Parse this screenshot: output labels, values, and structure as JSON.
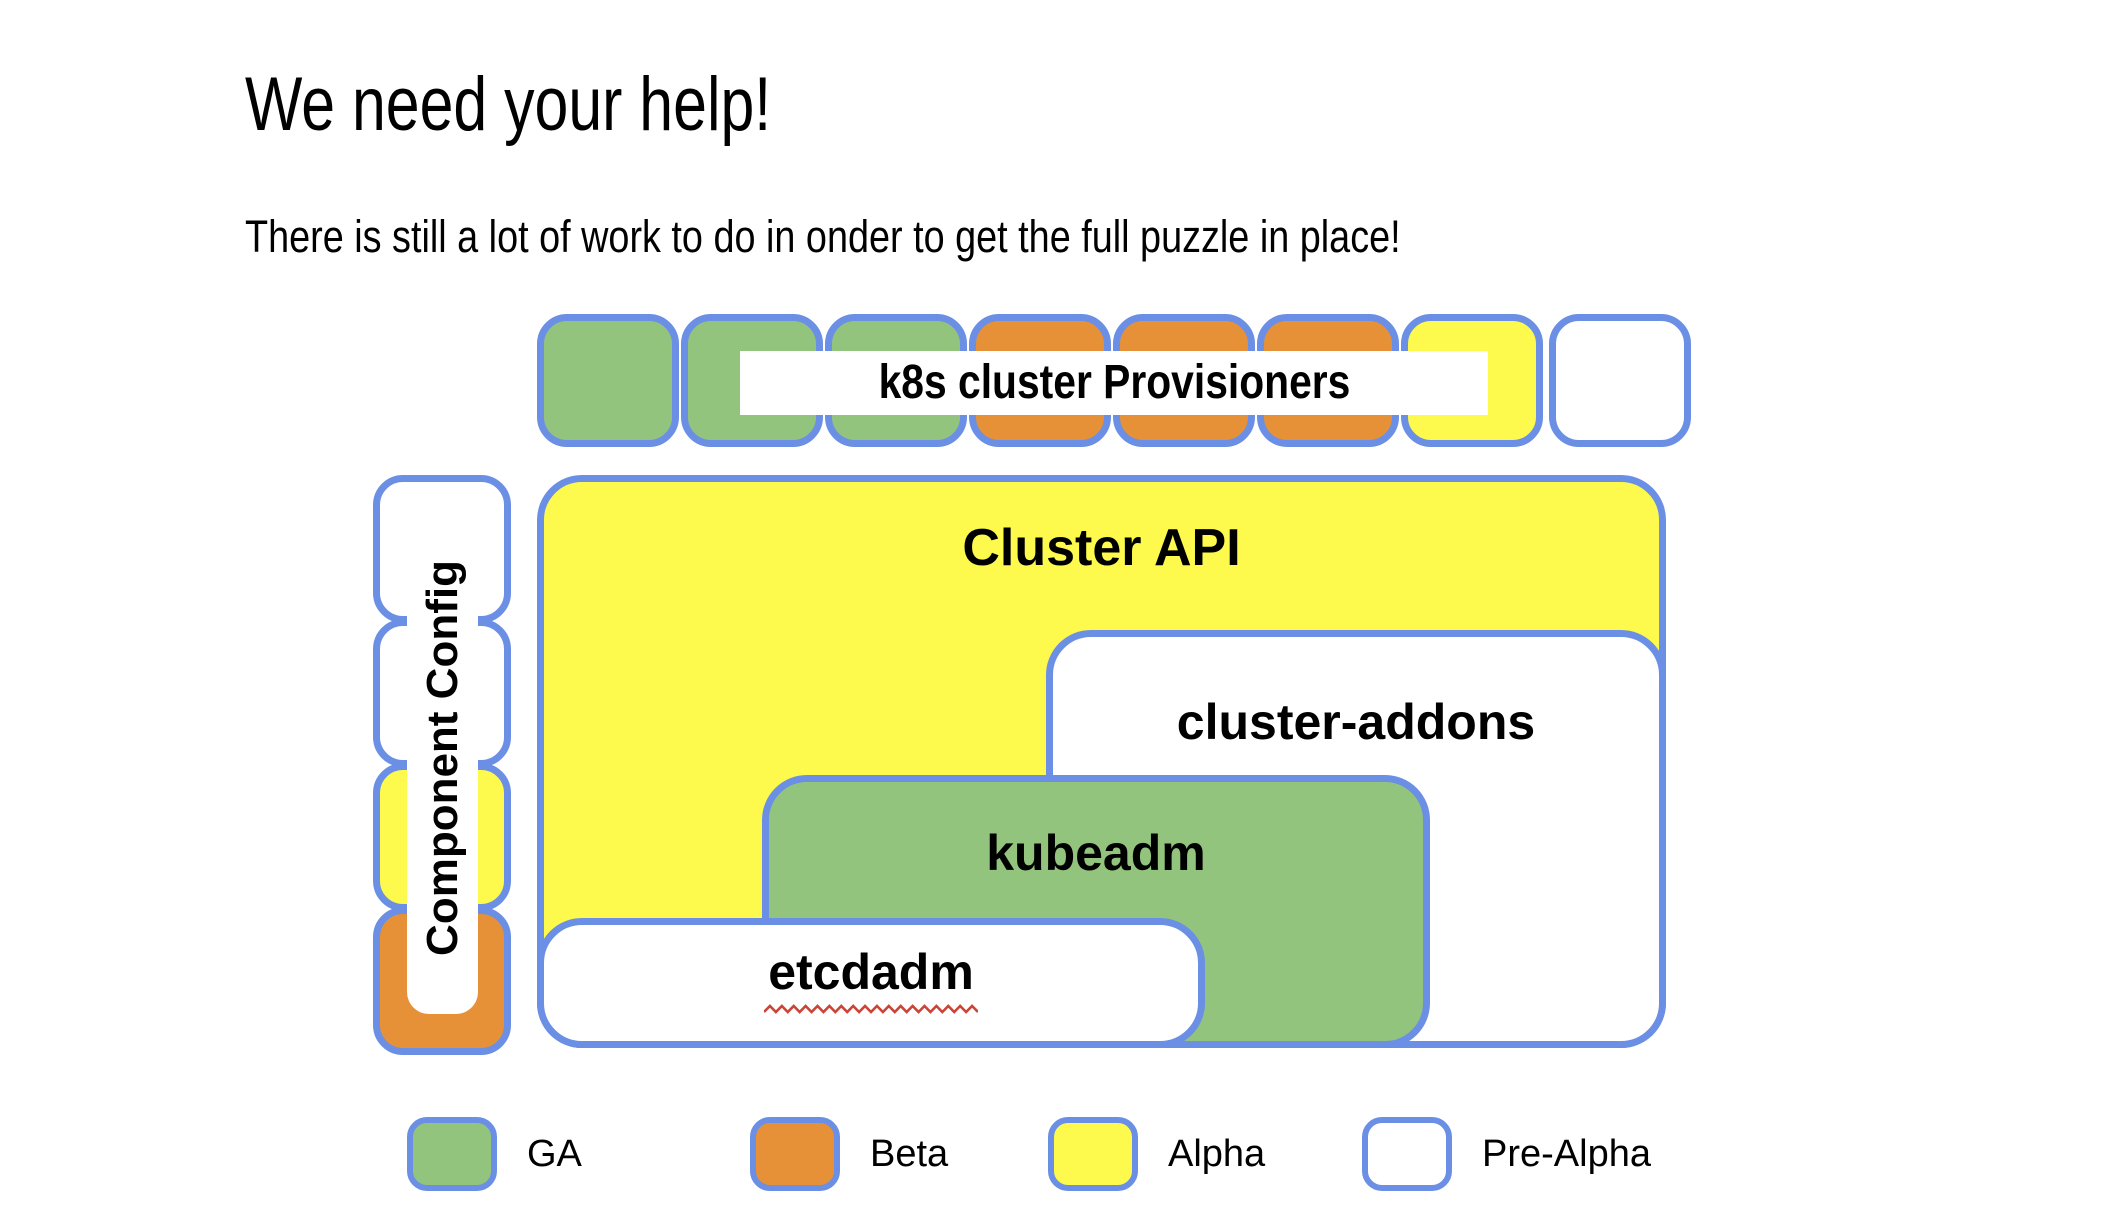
{
  "slide": {
    "title": "We need your help!",
    "subtitle": "There is still a lot of work to do in onder to get the full puzzle in place!"
  },
  "puzzle": {
    "provisioners": {
      "label": "k8s cluster Provisioners",
      "pieces": [
        {
          "status": "GA",
          "color": "#93c47d"
        },
        {
          "status": "GA",
          "color": "#93c47d"
        },
        {
          "status": "GA",
          "color": "#93c47d"
        },
        {
          "status": "Beta",
          "color": "#e69138"
        },
        {
          "status": "Beta",
          "color": "#e69138"
        },
        {
          "status": "Beta",
          "color": "#e69138"
        },
        {
          "status": "Alpha",
          "color": "#fdfa4d"
        },
        {
          "status": "Pre-Alpha",
          "color": "#ffffff"
        }
      ]
    },
    "component_config": {
      "label": "Component Config",
      "pieces": [
        {
          "status": "Pre-Alpha",
          "color": "#ffffff"
        },
        {
          "status": "Pre-Alpha",
          "color": "#ffffff"
        },
        {
          "status": "Alpha",
          "color": "#fdfa4d"
        },
        {
          "status": "Beta",
          "color": "#e69138"
        }
      ]
    },
    "boxes": {
      "cluster_api": {
        "label": "Cluster API",
        "status": "Alpha",
        "color": "#fdfa4d"
      },
      "cluster_addons": {
        "label": "cluster-addons",
        "status": "Pre-Alpha",
        "color": "#ffffff"
      },
      "kubeadm": {
        "label": "kubeadm",
        "status": "GA",
        "color": "#93c47d"
      },
      "etcdadm": {
        "label": "etcdadm",
        "status": "Pre-Alpha",
        "color": "#ffffff"
      }
    }
  },
  "legend": {
    "items": [
      {
        "label": "GA",
        "color": "#93c47d"
      },
      {
        "label": "Beta",
        "color": "#e69138"
      },
      {
        "label": "Alpha",
        "color": "#fdfa4d"
      },
      {
        "label": "Pre-Alpha",
        "color": "#ffffff"
      }
    ]
  },
  "colors": {
    "outline_blue": "#6b8fe4",
    "squiggle_red": "#cb4437",
    "text": "#000000",
    "background": "#ffffff"
  }
}
